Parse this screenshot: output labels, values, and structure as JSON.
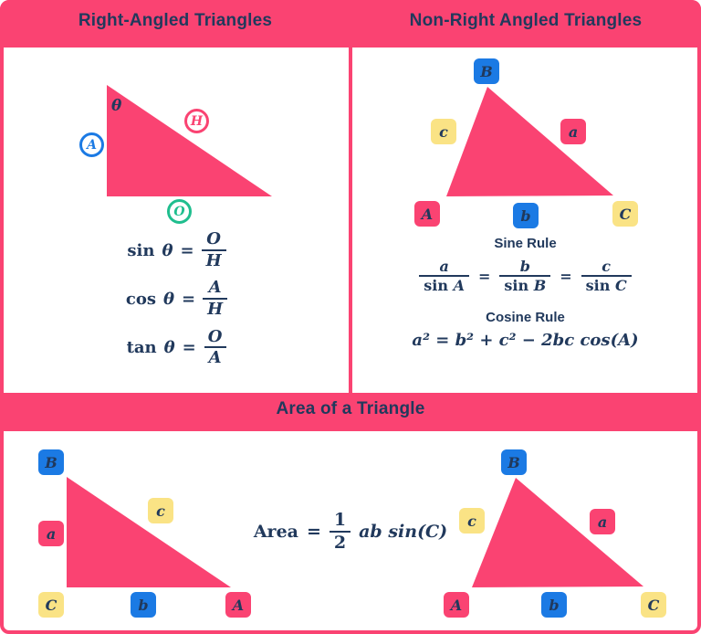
{
  "colors": {
    "pink": "#FA4372",
    "blue": "#1B7AE4",
    "yellow": "#FAE385",
    "green": "#1FBE8E",
    "navy": "#21395C",
    "background": "#FFFFFF"
  },
  "header": {
    "left_title": "Right-Angled Triangles",
    "right_title": "Non-Right Angled Triangles"
  },
  "right_angled_panel": {
    "angle_symbol": "θ",
    "side_circles": [
      {
        "letter": "A",
        "meaning": "adjacent",
        "color": "blue"
      },
      {
        "letter": "H",
        "meaning": "hypotenuse",
        "color": "pink"
      },
      {
        "letter": "O",
        "meaning": "opposite",
        "color": "green"
      }
    ],
    "formulas": [
      {
        "fn": "sin",
        "angle": "θ",
        "eq": "=",
        "num": "O",
        "den": "H"
      },
      {
        "fn": "cos",
        "angle": "θ",
        "eq": "=",
        "num": "A",
        "den": "H"
      },
      {
        "fn": "tan",
        "angle": "θ",
        "eq": "=",
        "num": "O",
        "den": "A"
      }
    ]
  },
  "non_right_panel": {
    "labels": [
      {
        "letter": "B",
        "color": "blue",
        "position": "apex"
      },
      {
        "letter": "c",
        "color": "yellow",
        "position": "left-side"
      },
      {
        "letter": "a",
        "color": "pink",
        "position": "right-side"
      },
      {
        "letter": "A",
        "color": "pink",
        "position": "bottom-left"
      },
      {
        "letter": "b",
        "color": "blue",
        "position": "bottom-middle"
      },
      {
        "letter": "C",
        "color": "yellow",
        "position": "bottom-right"
      }
    ],
    "sine_rule": {
      "title": "Sine Rule",
      "eq": "=",
      "fractions": [
        {
          "num": "a",
          "den_fn": "sin",
          "den_var": "A"
        },
        {
          "num": "b",
          "den_fn": "sin",
          "den_var": "B"
        },
        {
          "num": "c",
          "den_fn": "sin",
          "den_var": "C"
        }
      ]
    },
    "cosine_rule": {
      "title": "Cosine Rule",
      "formula": "a² = b² + c² − 2bc cos(A)"
    }
  },
  "area_section": {
    "title": "Area of a Triangle",
    "formula": {
      "lhs": "Area",
      "eq": "=",
      "num": "1",
      "den": "2",
      "rhs": "ab sin(C)"
    },
    "left_triangle_labels": [
      {
        "letter": "B",
        "color": "blue",
        "position": "apex"
      },
      {
        "letter": "a",
        "color": "pink",
        "position": "left-side"
      },
      {
        "letter": "c",
        "color": "yellow",
        "position": "hypotenuse"
      },
      {
        "letter": "C",
        "color": "yellow",
        "position": "bottom-left"
      },
      {
        "letter": "b",
        "color": "blue",
        "position": "bottom-middle"
      },
      {
        "letter": "A",
        "color": "pink",
        "position": "bottom-right"
      }
    ],
    "right_triangle_labels": [
      {
        "letter": "B",
        "color": "blue",
        "position": "apex"
      },
      {
        "letter": "c",
        "color": "yellow",
        "position": "left-side"
      },
      {
        "letter": "a",
        "color": "pink",
        "position": "right-side"
      },
      {
        "letter": "A",
        "color": "pink",
        "position": "bottom-left"
      },
      {
        "letter": "b",
        "color": "blue",
        "position": "bottom-middle"
      },
      {
        "letter": "C",
        "color": "yellow",
        "position": "bottom-right"
      }
    ]
  }
}
